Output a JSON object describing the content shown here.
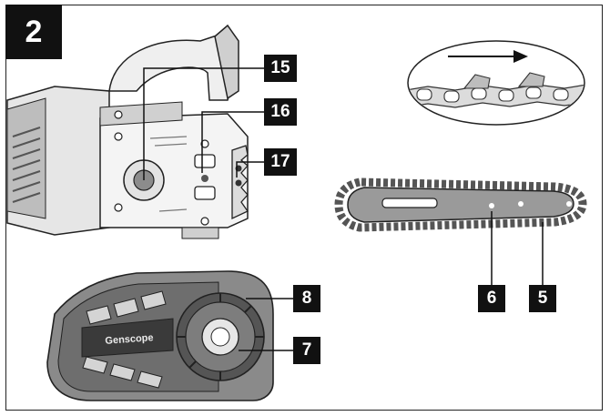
{
  "figure_number": "2",
  "callouts": {
    "c15": "15",
    "c16": "16",
    "c17": "17",
    "c8": "8",
    "c7": "7",
    "c6": "6",
    "c5": "5"
  },
  "brand_plate": "Genscope",
  "colors": {
    "line": "#222222",
    "badge": "#111111",
    "shade": "#9a9a9a",
    "light_shade": "#d4d4d4",
    "mid_shade": "#6e6e6e"
  },
  "icons": [
    "direction-arrow-icon"
  ]
}
